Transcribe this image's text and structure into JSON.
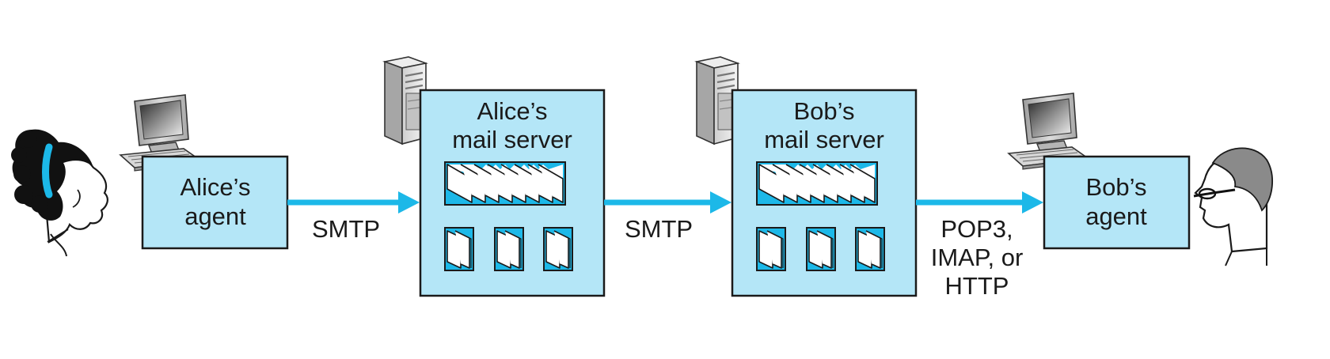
{
  "alice_agent": {
    "line1": "Alice’s",
    "line2": "agent"
  },
  "alice_server": {
    "line1": "Alice’s",
    "line2": "mail server"
  },
  "bob_server": {
    "line1": "Bob’s",
    "line2": "mail server"
  },
  "bob_agent": {
    "line1": "Bob’s",
    "line2": "agent"
  },
  "links": {
    "smtp_1": "SMTP",
    "smtp_2": "SMTP",
    "pull_line1": "POP3,",
    "pull_line2": "IMAP, or",
    "pull_line3": "HTTP"
  },
  "colors": {
    "box_fill": "#b4e6f7",
    "arrow": "#1cb8e8"
  },
  "icons": [
    "woman-user-icon",
    "desktop-computer-icon",
    "server-tower-icon",
    "message-queue-icon",
    "mailbox-icon",
    "man-user-icon"
  ]
}
